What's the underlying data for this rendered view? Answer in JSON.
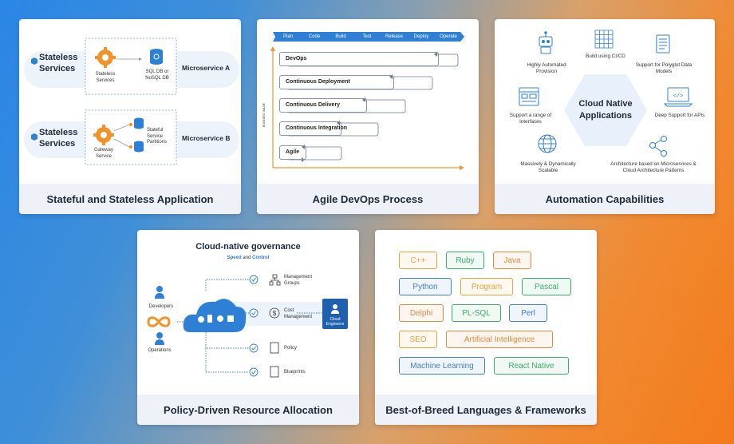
{
  "cards": {
    "stateful": {
      "footer": "Stateful and Stateless Application",
      "row1": {
        "label": "Stateless Services",
        "service": "Stateless Services",
        "db": "SQL DB or NoSQL DB",
        "microservice": "Microservice A"
      },
      "row2": {
        "label": "Stateless Services",
        "service": "Gateway Service",
        "partitions": "Stateful Service Partitions",
        "microservice": "Microservice B"
      }
    },
    "devops": {
      "footer": "Agile DevOps Process",
      "steps": [
        "Plan",
        "Code",
        "Build",
        "Test",
        "Release",
        "Deploy",
        "Operate"
      ],
      "stages": [
        "DevOps",
        "Continuous Deployment",
        "Continuous Delivery",
        "Continuous Integration",
        "Agile"
      ],
      "axis_label": "BUSINESS VALUE"
    },
    "automation": {
      "footer": "Automation Capabilities",
      "center": "Cloud Native Applications",
      "items": [
        "Highly Automated Provision",
        "Build using CI/CD",
        "Support for Polyglot Data Models",
        "Support a range of Interfaces",
        "Deep Support for APIs",
        "Massively & Dynamically Scalable",
        "Architecture based on Microservices & Cloud Architecture Patterns"
      ]
    },
    "policy": {
      "footer": "Policy-Driven Resource Allocation",
      "title": "Cloud-native governance",
      "sub_a": "Speed",
      "sub_and": " and ",
      "sub_b": "Control",
      "developers": "Developers",
      "operations": "Operations",
      "engineers": "Cloud Engineers",
      "items": [
        "Management Groups",
        "Cost Management",
        "Policy",
        "Blueprints"
      ]
    },
    "languages": {
      "footer": "Best-of-Breed Languages & Frameworks",
      "items": [
        {
          "name": "C++",
          "color": "#e8a33d"
        },
        {
          "name": "Ruby",
          "color": "#3aae6a"
        },
        {
          "name": "Java",
          "color": "#e08a3a"
        },
        {
          "name": "Python",
          "color": "#3e7fd0"
        },
        {
          "name": "Program",
          "color": "#e8a33d"
        },
        {
          "name": "Pascal",
          "color": "#3aae6a"
        },
        {
          "name": "Delphi",
          "color": "#e08a3a"
        },
        {
          "name": "PL-SQL",
          "color": "#3aae6a"
        },
        {
          "name": "Perl",
          "color": "#3e7fd0"
        },
        {
          "name": "SEO",
          "color": "#e8a33d"
        },
        {
          "name": "Artificial Intelligence",
          "color": "#e08a3a"
        },
        {
          "name": "Machine Learning",
          "color": "#3e7fd0"
        },
        {
          "name": "React Native",
          "color": "#3aae6a"
        }
      ]
    }
  },
  "colors": {
    "accent_blue": "#2e7fd6",
    "accent_orange": "#f0942a"
  }
}
